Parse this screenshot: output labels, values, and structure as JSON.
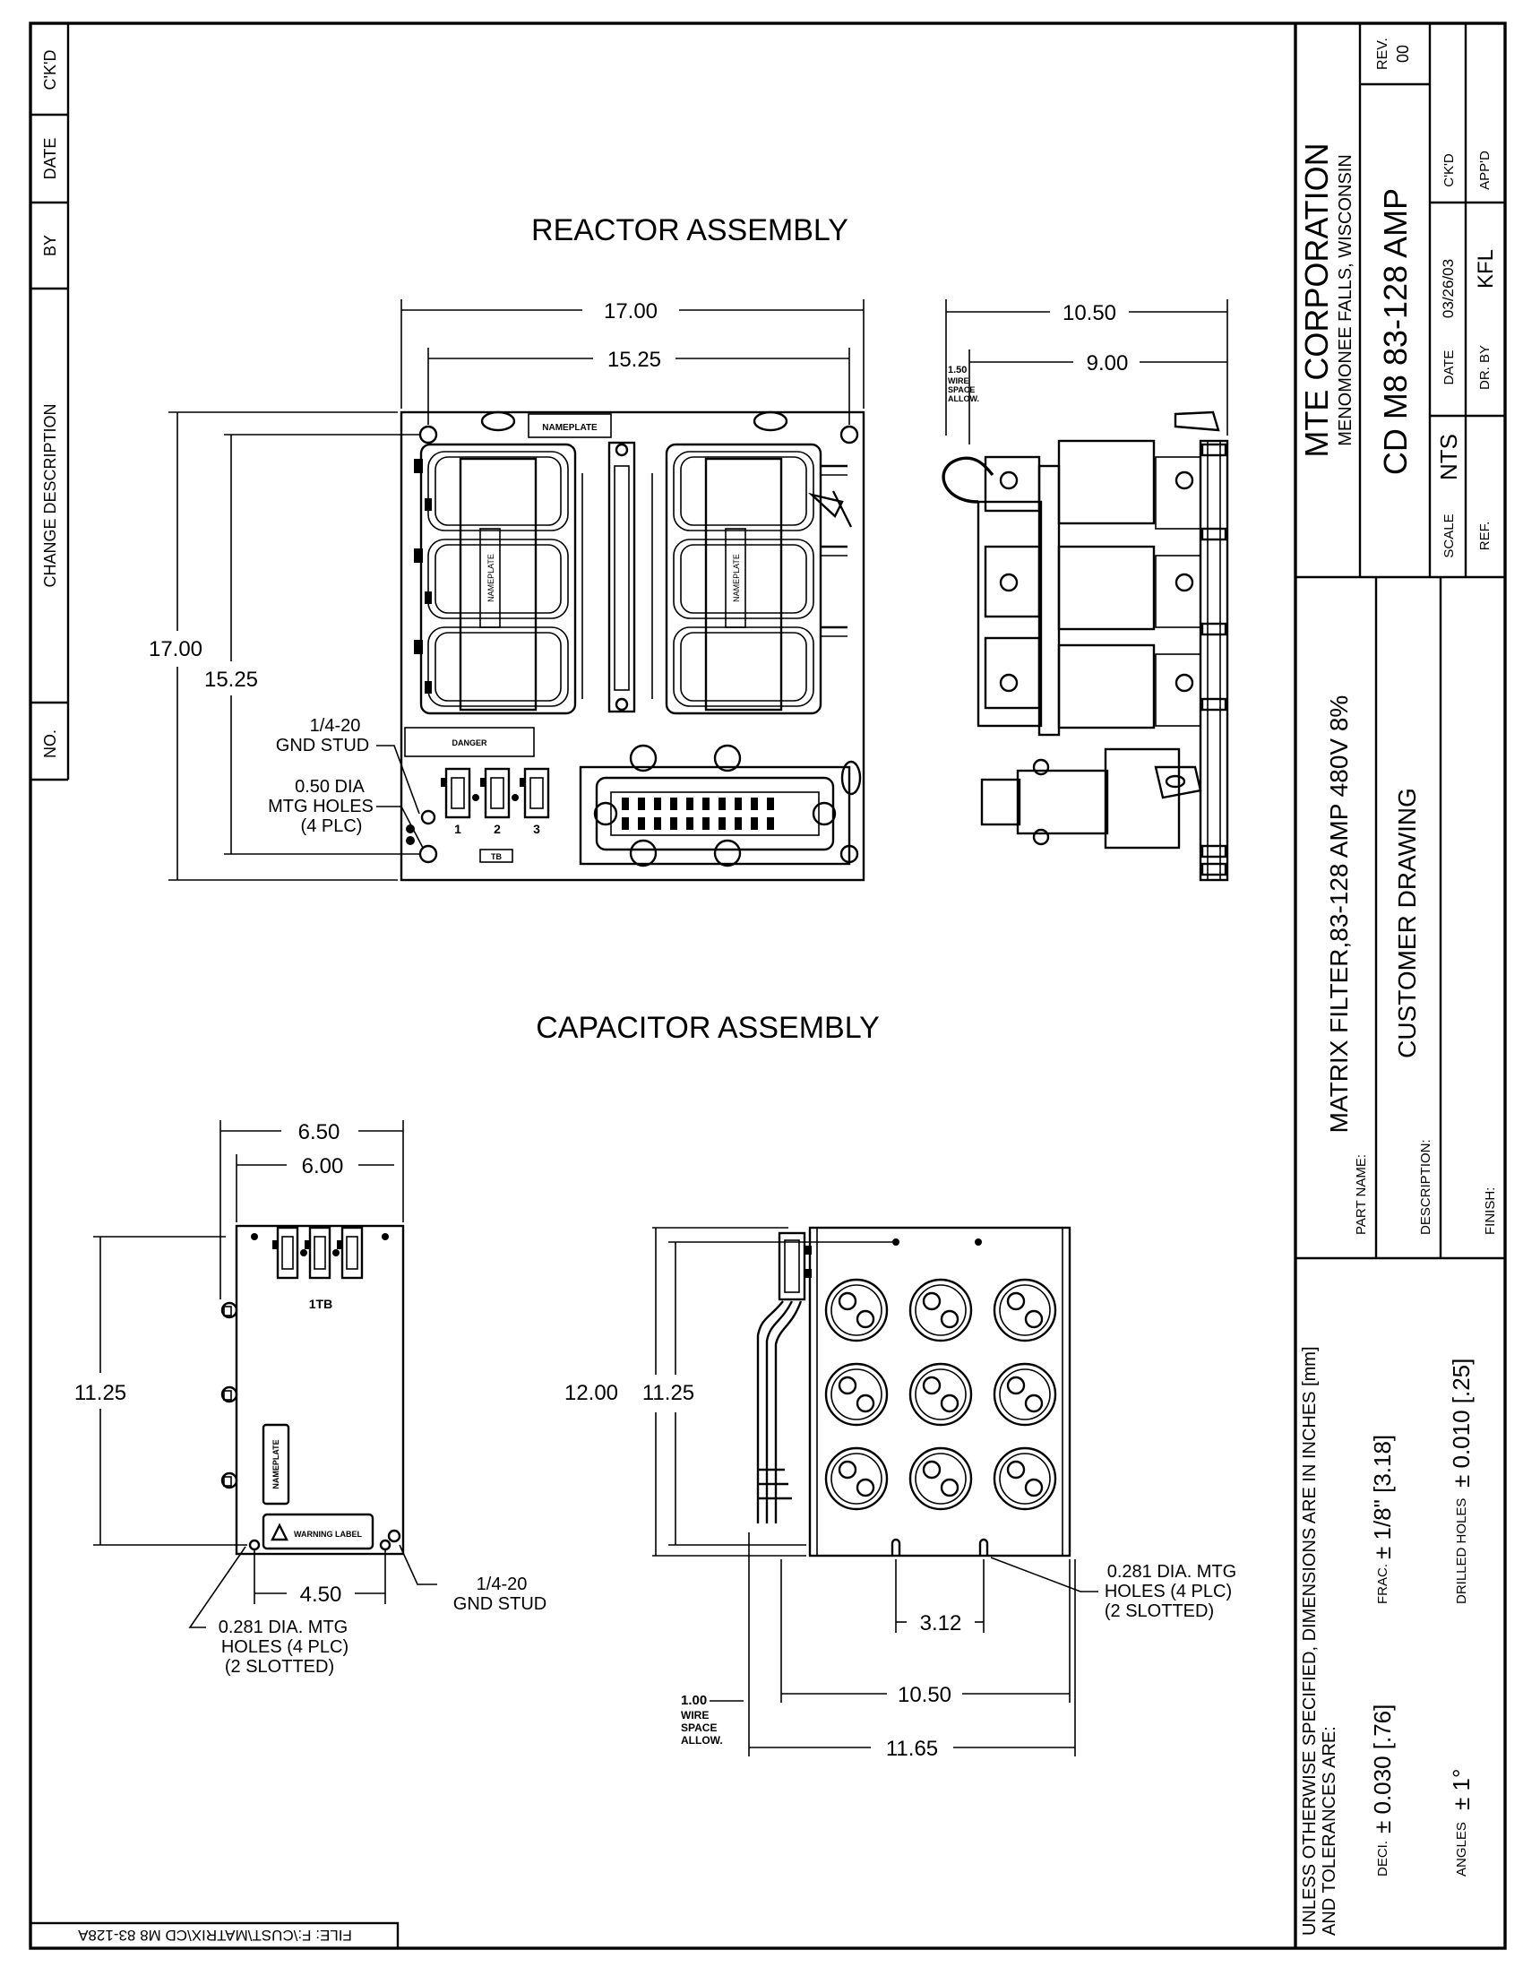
{
  "revision_block": {
    "headers": [
      "NO.",
      "CHANGE DESCRIPTION",
      "BY",
      "DATE",
      "C'K'D"
    ]
  },
  "file_label": "FILE: F:\\CUST\\MATRIX\\CD M8 83-128A",
  "reactor": {
    "title": "REACTOR ASSEMBLY",
    "dims": {
      "w_overall": "17.00",
      "w_holes": "15.25",
      "h_overall": "17.00",
      "h_holes": "15.25",
      "side_w_overall": "10.50",
      "side_w_inner": "9.00"
    },
    "wire_space": [
      "1.50",
      "WIRE",
      "SPACE",
      "ALLOW."
    ],
    "notes": {
      "gnd_stud": [
        "1/4-20",
        "GND STUD"
      ],
      "mtg_holes": [
        "0.50 DIA",
        "MTG HOLES",
        "(4 PLC)"
      ]
    },
    "labels": {
      "nameplate": "NAMEPLATE",
      "danger": "DANGER",
      "tb": "TB",
      "tb_nums": [
        "1",
        "2",
        "3"
      ]
    }
  },
  "capacitor": {
    "title": "CAPACITOR ASSEMBLY",
    "front": {
      "w_overall": "6.50",
      "w_inner": "6.00",
      "h": "11.25",
      "bottom": "4.50",
      "tb_label": "1TB",
      "nameplate": "NAMEPLATE",
      "warning": "WARNING LABEL",
      "gnd_stud": [
        "1/4-20",
        "GND STUD"
      ],
      "mtg_holes": [
        "0.281 DIA. MTG",
        "HOLES (4 PLC)",
        "(2 SLOTTED)"
      ]
    },
    "side": {
      "h_overall": "12.00",
      "h_inner": "11.25",
      "slot": "3.12",
      "w_inner": "10.50",
      "w_overall": "11.65",
      "wire_space": [
        "1.00",
        "WIRE",
        "SPACE",
        "ALLOW."
      ],
      "mtg_holes": [
        "0.281 DIA. MTG",
        "HOLES (4 PLC)",
        "(2 SLOTTED)"
      ]
    }
  },
  "title_block": {
    "company": "MTE CORPORATION",
    "location": "MENOMONEE FALLS, WISCONSIN",
    "drawing_no": "CD M8 83-128 AMP",
    "rev_label": "REV.",
    "rev": "00",
    "scale_label": "SCALE",
    "scale": "NTS",
    "date_label": "DATE",
    "date": "03/26/03",
    "ckd_label": "C'K'D",
    "ref_label": "REF.",
    "drby_label": "DR. BY",
    "drby": "KFL",
    "appd_label": "APP'D",
    "part_name_label": "PART NAME:",
    "part_name": "MATRIX FILTER,83-128 AMP 480V 8%",
    "description_label": "DESCRIPTION:",
    "description": "CUSTOMER DRAWING",
    "finish_label": "FINISH:",
    "tolerance_header": [
      "UNLESS OTHERWISE SPECIFIED, DIMENSIONS ARE IN INCHES [mm]",
      "AND TOLERANCES ARE:"
    ],
    "deci_label": "DECI.",
    "deci": "± 0.030 [.76]",
    "frac_label": "FRAC.",
    "frac": "± 1/8\" [3.18]",
    "angles_label": "ANGLES",
    "angles": "± 1°",
    "drilled_label": "DRILLED HOLES",
    "drilled": "± 0.010  [.25]"
  }
}
